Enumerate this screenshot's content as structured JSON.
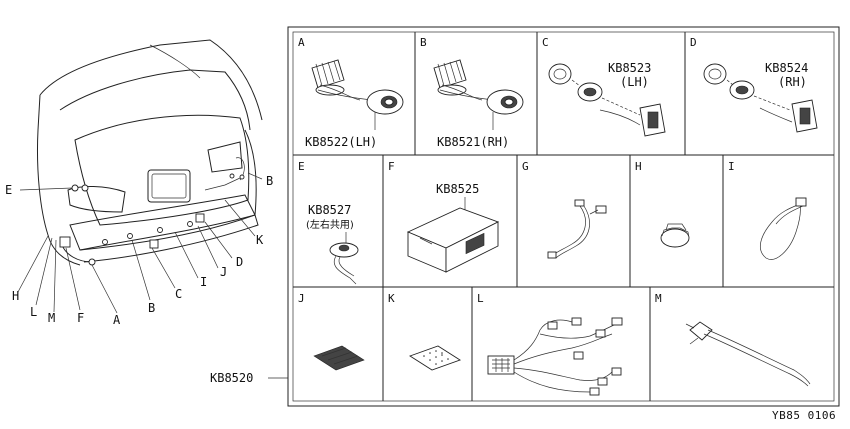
{
  "vehicle_callouts": [
    "E",
    "B",
    "K",
    "D",
    "J",
    "I",
    "C",
    "B",
    "A",
    "F",
    "M",
    "L",
    "H"
  ],
  "kit_code": "KB8520",
  "cells": [
    {
      "letter": "A",
      "codes": [
        "KB8522(LH)"
      ]
    },
    {
      "letter": "B",
      "codes": [
        "KB8521(RH)"
      ]
    },
    {
      "letter": "C",
      "codes": [
        "KB8523",
        "(LH)"
      ]
    },
    {
      "letter": "D",
      "codes": [
        "KB8524",
        "(RH)"
      ]
    },
    {
      "letter": "E",
      "codes": [
        "KB8527",
        "(左右共用)"
      ]
    },
    {
      "letter": "F",
      "codes": [
        "KB8525"
      ]
    },
    {
      "letter": "G",
      "codes": []
    },
    {
      "letter": "H",
      "codes": []
    },
    {
      "letter": "I",
      "codes": []
    },
    {
      "letter": "J",
      "codes": []
    },
    {
      "letter": "K",
      "codes": []
    },
    {
      "letter": "L",
      "codes": []
    },
    {
      "letter": "M",
      "codes": []
    }
  ],
  "diagram_id": "YB85 0106"
}
